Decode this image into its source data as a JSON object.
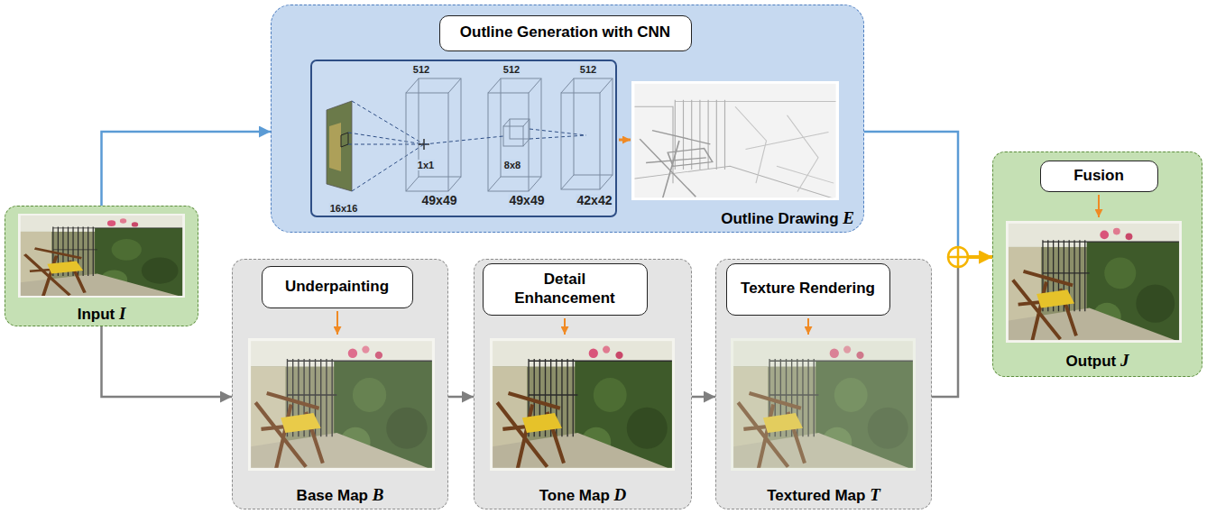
{
  "diagram": {
    "nodes": [
      {
        "text": [
          "Input I"
        ]
      },
      {
        "text": [
          "Outline Drawing E"
        ]
      },
      {
        "text": [
          "Outline Generation with CNN"
        ],
        "in": 1
      },
      {
        "text": [
          "Base Map B"
        ]
      },
      {
        "text": [
          "Underpainting"
        ],
        "in": 3
      },
      {
        "text": [
          "Tone Map D"
        ]
      },
      {
        "text": [
          "Detail Enhancement"
        ],
        "in": 5
      },
      {
        "text": [
          "Textured Map T"
        ]
      },
      {
        "text": [
          "Texture Rendering"
        ],
        "in": 7
      },
      {
        "text": [
          "Output J"
        ]
      },
      {
        "text": [
          "Fusion"
        ],
        "in": 9
      }
    ],
    "edges": [
      {
        "from": 0,
        "to": 1,
        "arrow": "to"
      },
      {
        "from": 0,
        "to": 3,
        "arrow": "to"
      },
      {
        "from": 3,
        "to": 5,
        "arrow": "to"
      },
      {
        "from": 5,
        "to": 7,
        "arrow": "to"
      },
      {
        "from": 1,
        "to": 9,
        "arrow": "to"
      },
      {
        "from": 7,
        "to": 9,
        "arrow": "to"
      }
    ],
    "labels": [
      "512",
      "512",
      "512",
      "16x16",
      "1x1",
      "8x8",
      "49x49",
      "49x49",
      "42x42"
    ]
  }
}
